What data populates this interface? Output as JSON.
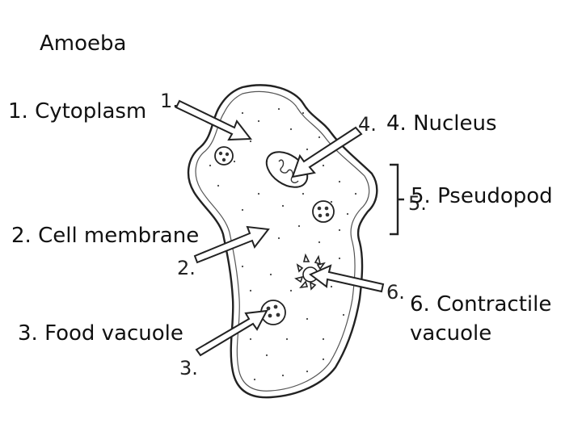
{
  "title": "Amoeba",
  "labels": [
    {
      "id": "cytoplasm",
      "text": "1. Cytoplasm",
      "marker": "1."
    },
    {
      "id": "cell-membrane",
      "text": "2. Cell membrane",
      "marker": "2."
    },
    {
      "id": "food-vacuole",
      "text": "3. Food vacuole",
      "marker": "3."
    },
    {
      "id": "nucleus",
      "text": "4. Nucleus",
      "marker": "4."
    },
    {
      "id": "pseudopod",
      "text": "5. Pseudopod",
      "marker": "5."
    },
    {
      "id": "contractile-vacuole",
      "text_line1": "6. Contractile",
      "text_line2": "vacuole",
      "marker": "6."
    }
  ],
  "colors": {
    "ink": "#222222",
    "text": "#111111",
    "background": "#ffffff"
  }
}
